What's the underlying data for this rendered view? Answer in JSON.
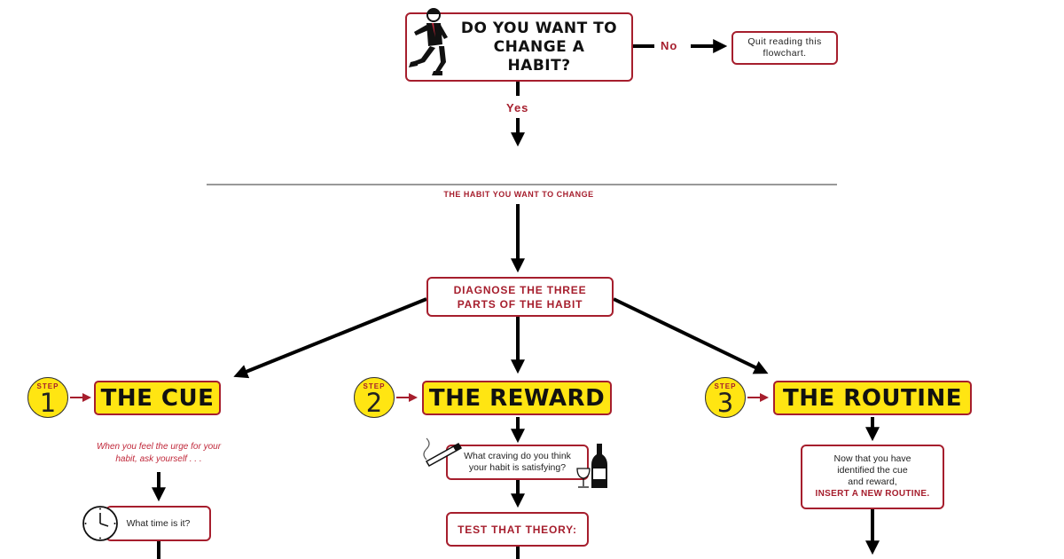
{
  "start": {
    "question": "DO YOU WANT TO CHANGE A HABIT?"
  },
  "no_branch": {
    "label": "No",
    "result": "Quit reading this flowchart."
  },
  "yes_branch": {
    "label": "Yes"
  },
  "habit_line": {
    "caption": "THE HABIT YOU WANT TO CHANGE"
  },
  "diagnose": {
    "text": "DIAGNOSE THE THREE PARTS OF THE HABIT"
  },
  "steps": [
    {
      "tag": "STEP",
      "number": "1",
      "title": "THE CUE"
    },
    {
      "tag": "STEP",
      "number": "2",
      "title": "THE REWARD"
    },
    {
      "tag": "STEP",
      "number": "3",
      "title": "THE ROUTINE"
    }
  ],
  "cue": {
    "prompt": "When you feel the urge for your habit, ask yourself . . .",
    "question": "What time is it?"
  },
  "reward": {
    "question": "What craving do you think your habit is satisfying?",
    "test": "TEST THAT THEORY:"
  },
  "routine": {
    "text_line1": "Now that you have",
    "text_line2": "identified the cue",
    "text_line3": "and reward,",
    "action": "INSERT A NEW ROUTINE."
  },
  "colors": {
    "accent_red": "#a61e2d",
    "step_yellow": "#ffe512",
    "arrow": "#000000"
  },
  "icons": [
    "walking-man-icon",
    "cigarette-icon",
    "wine-bottle-icon",
    "clock-icon"
  ]
}
